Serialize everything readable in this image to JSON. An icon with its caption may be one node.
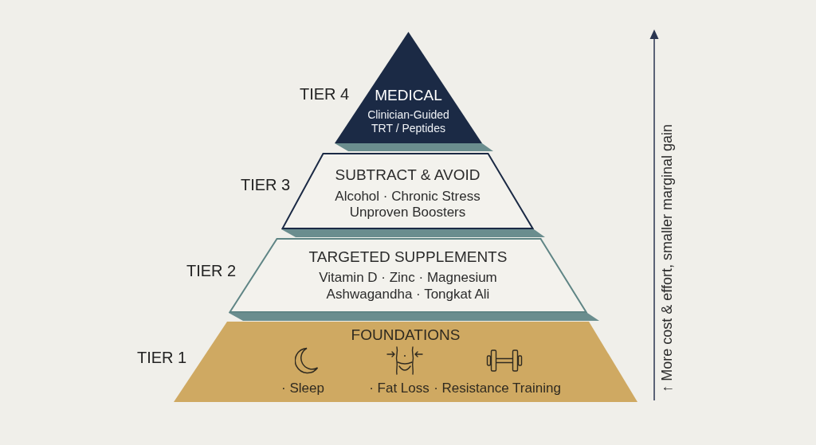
{
  "diagram": {
    "nodes": [
      {
        "text": [
          "MEDICAL",
          "Clinician-Guided TRT / Peptides"
        ],
        "beside": [
          "TIER 4"
        ]
      },
      {
        "text": [
          "SUBTRACT & AVOID",
          "Alcohol · Chronic Stress Unproven Boosters"
        ],
        "beside": [
          "TIER 3"
        ]
      },
      {
        "text": [
          "TARGETED SUPPLEMENTS",
          "Vitamin D · Zinc · Magnesium Ashwagandha · Tongkat Ali"
        ],
        "beside": [
          "TIER 2"
        ]
      },
      {
        "text": [
          "FOUNDATIONS",
          "· Sleep",
          "· Fat Loss",
          "· Resistance Training"
        ],
        "beside": [
          "TIER 1"
        ]
      }
    ],
    "labels": [
      "↑ More cost & effort, smaller marginal gain"
    ]
  }
}
